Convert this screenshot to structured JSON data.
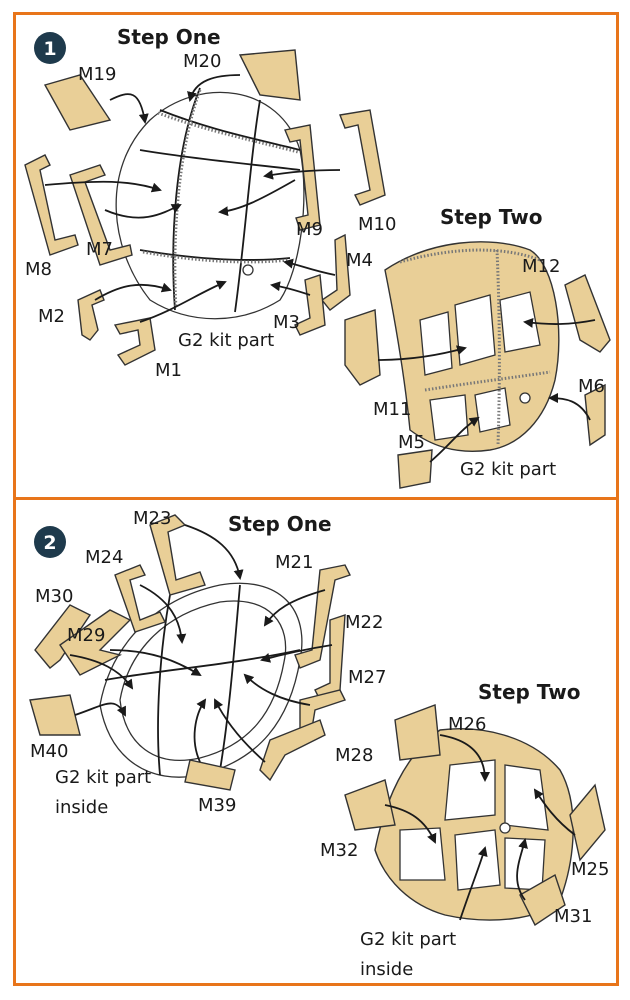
{
  "panel1": {
    "badge": "1",
    "step_one": "Step One",
    "step_two": "Step Two",
    "labels": {
      "m19": "M19",
      "m20": "M20",
      "m10": "M10",
      "m9": "M9",
      "m8": "M8",
      "m7": "M7",
      "m4": "M4",
      "m2": "M2",
      "m3": "M3",
      "m1": "M1",
      "g2a": "G2 kit part",
      "m12": "M12",
      "m11": "M11",
      "m6": "M6",
      "m5": "M5",
      "g2b": "G2 kit part"
    }
  },
  "panel2": {
    "badge": "2",
    "step_one": "Step One",
    "step_two": "Step Two",
    "labels": {
      "m23": "M23",
      "m24": "M24",
      "m21": "M21",
      "m30": "M30",
      "m29": "M29",
      "m22": "M22",
      "m27": "M27",
      "m40": "M40",
      "g2a_l1": "G2 kit part",
      "g2a_l2": "inside",
      "m28": "M28",
      "m39": "M39",
      "m26": "M26",
      "m32": "M32",
      "m25": "M25",
      "m31": "M31",
      "g2b_l1": "G2 kit part",
      "g2b_l2": "inside"
    }
  },
  "colors": {
    "border": "#e8751a",
    "part_fill": "#e9cf97",
    "badge": "#1e3a4c"
  }
}
